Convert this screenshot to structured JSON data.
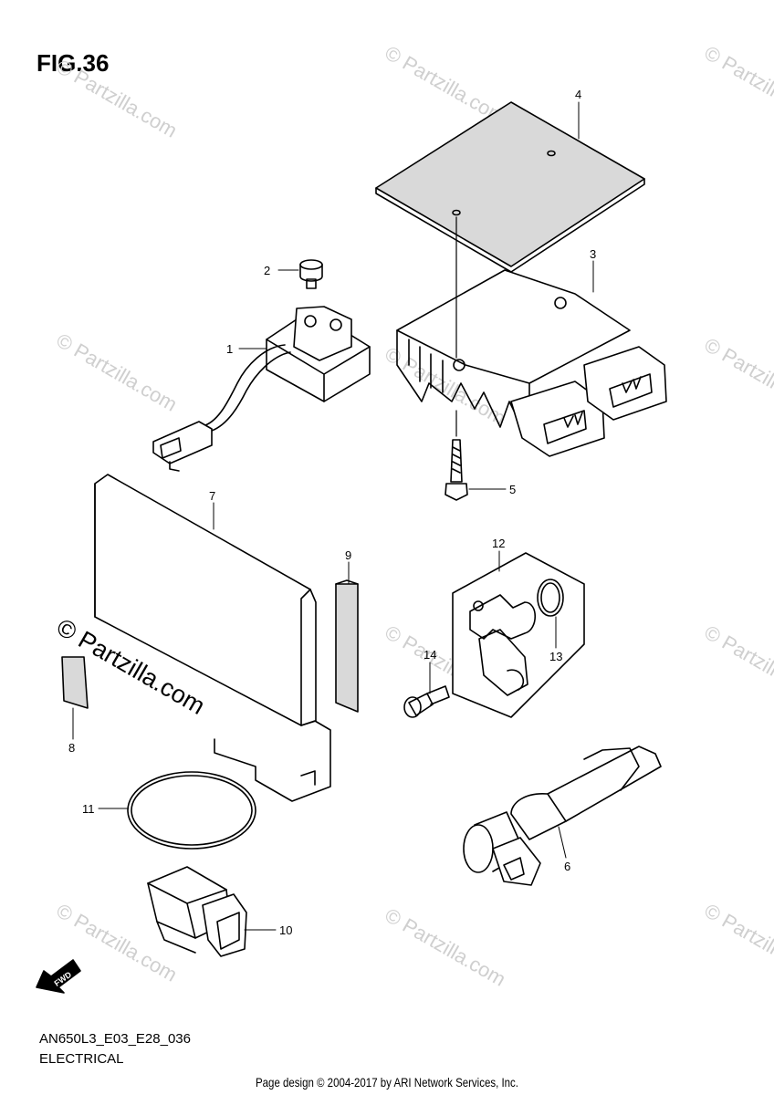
{
  "figure": {
    "title": "FIG.36",
    "code": "AN650L3_E03_E28_036",
    "section": "ELECTRICAL"
  },
  "credit": "Page design © 2004-2017 by ARI Network Services, Inc.",
  "watermark": {
    "text": "© Partzilla.com"
  },
  "fwd_arrow": {
    "text": "FWD"
  },
  "callouts": [
    "1",
    "2",
    "3",
    "4",
    "5",
    "6",
    "7",
    "8",
    "9",
    "10",
    "11",
    "12",
    "13",
    "14"
  ]
}
